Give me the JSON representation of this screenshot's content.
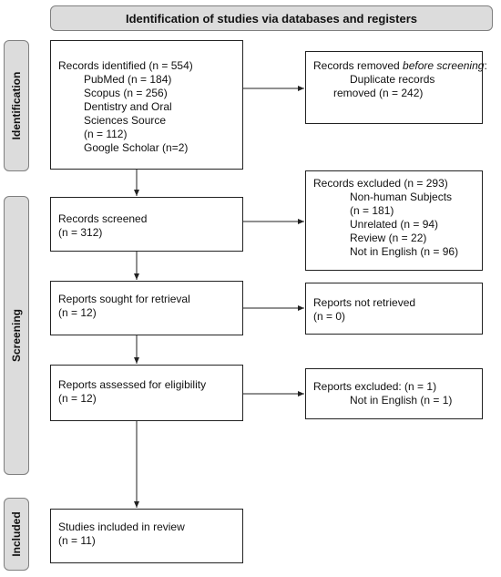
{
  "header": {
    "title": "Identification of studies via databases and registers"
  },
  "phases": {
    "identification": "Identification",
    "screening": "Screening",
    "included": "Included"
  },
  "identified": {
    "title": "Records identified (n = 554)",
    "sources": [
      "PubMed (n = 184)",
      "Scopus (n = 256)",
      "Dentistry and Oral",
      "Sciences Source",
      "(n = 112)",
      "Google Scholar (n=2)"
    ]
  },
  "removed": {
    "line1": "Records removed ",
    "line1_italic": "before screening",
    "line1_end": ":",
    "line2": "Duplicate records",
    "line3": "removed  (n = 242)"
  },
  "screened": {
    "line1": "Records screened",
    "line2": "(n = 312)"
  },
  "excluded": {
    "title": "Records excluded (n = 293)",
    "reasons": [
      "Non-human Subjects",
      "(n = 181)",
      "Unrelated (n = 94)",
      "Review (n = 22)",
      "Not in English (n = 96)"
    ]
  },
  "sought": {
    "line1": "Reports sought for retrieval",
    "line2": "(n = 12)"
  },
  "not_retrieved": {
    "line1": "Reports not retrieved",
    "line2": "(n = 0)"
  },
  "assessed": {
    "line1": "Reports assessed for eligibility",
    "line2": "(n = 12)"
  },
  "reports_excluded": {
    "line1": "Reports excluded: (n = 1)",
    "line2": "Not in English (n = 1)"
  },
  "included_box": {
    "line1": "Studies included in review",
    "line2": "(n = 11)"
  }
}
